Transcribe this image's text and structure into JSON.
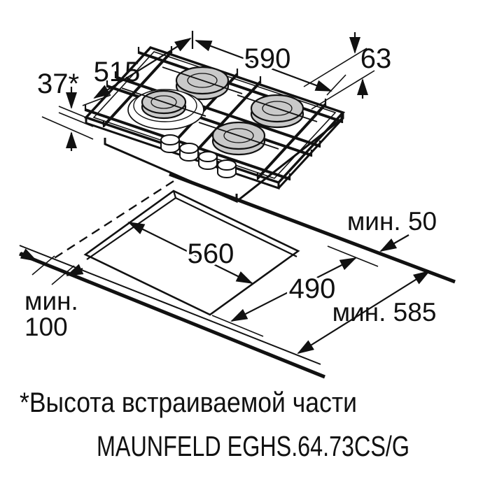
{
  "diagram": {
    "hob": {
      "dim_width": "590",
      "dim_depth": "515",
      "dim_side_height": "63",
      "dim_builtin_height": "37*"
    },
    "cutout": {
      "dim_width": "560",
      "dim_depth": "490",
      "clearance_back": "мин. 50",
      "clearance_front": "мин. 585",
      "clearance_left_word": "мин.",
      "clearance_left_value": "100"
    },
    "footnote": "*Высота встраиваемой части",
    "model": "MAUNFELD EGHS.64.73CS/G",
    "colors": {
      "line": "#111111",
      "burner_fill": "#c9c9c9",
      "background": "#ffffff"
    }
  }
}
